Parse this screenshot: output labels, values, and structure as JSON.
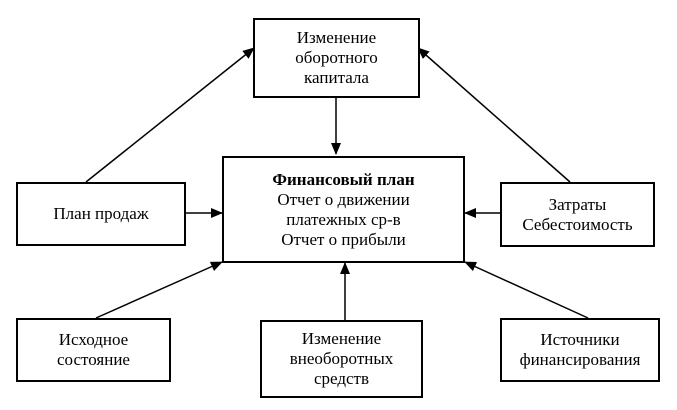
{
  "diagram": {
    "nodes": {
      "working_capital": {
        "lines": [
          "Изменение",
          "оборотного",
          "капитала"
        ]
      },
      "financial_plan": {
        "title": "Финансовый план",
        "lines": [
          "Отчет о движении",
          "платежных ср-в",
          "Отчет о прибыли"
        ]
      },
      "sales_plan": {
        "lines": [
          "План продаж"
        ]
      },
      "costs": {
        "lines": [
          "Затраты",
          "Себестоимость"
        ]
      },
      "initial_state": {
        "lines": [
          "Исходное",
          "состояние"
        ]
      },
      "noncurrent_assets": {
        "lines": [
          "Изменение",
          "внеоборотных",
          "средств"
        ]
      },
      "financing_sources": {
        "lines": [
          "Источники",
          "финансирования"
        ]
      }
    },
    "colors": {
      "stroke": "#000000",
      "background": "#ffffff"
    }
  }
}
